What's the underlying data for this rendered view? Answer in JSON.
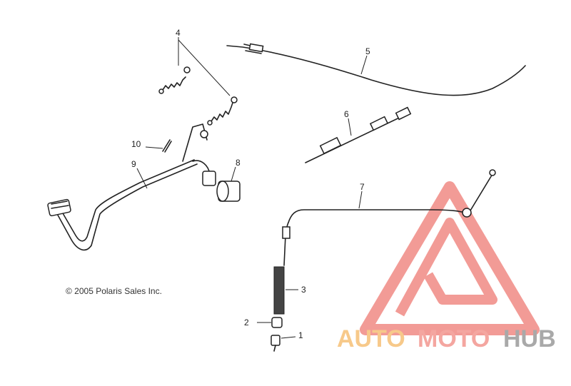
{
  "copyright": "© 2005 Polaris Sales Inc.",
  "watermark": {
    "auto": "AUTO",
    "moto": "MOTO",
    "hub": "HUB",
    "colors": {
      "triangle": "#f08a84",
      "auto": "#f7c98a",
      "moto": "#f4a6a0",
      "hub": "#a9a9a9"
    }
  },
  "callouts": [
    {
      "id": "1",
      "text": "1"
    },
    {
      "id": "2",
      "text": "2"
    },
    {
      "id": "3",
      "text": "3"
    },
    {
      "id": "4",
      "text": "4"
    },
    {
      "id": "5",
      "text": "5"
    },
    {
      "id": "6",
      "text": "6"
    },
    {
      "id": "7",
      "text": "7"
    },
    {
      "id": "8",
      "text": "8"
    },
    {
      "id": "9",
      "text": "9"
    },
    {
      "id": "10",
      "text": "10"
    }
  ]
}
